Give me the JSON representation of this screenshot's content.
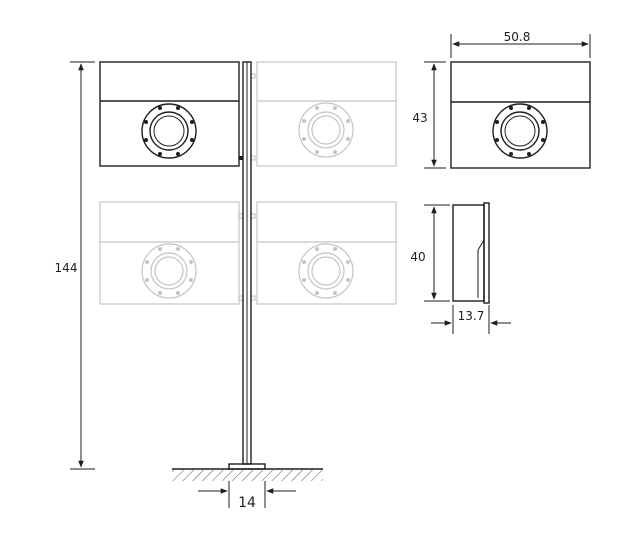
{
  "dimensions": {
    "height_total": "144",
    "base_width": "14",
    "box_width": "50.8",
    "box_height": "43",
    "side_height": "40",
    "side_depth": "13.7"
  }
}
